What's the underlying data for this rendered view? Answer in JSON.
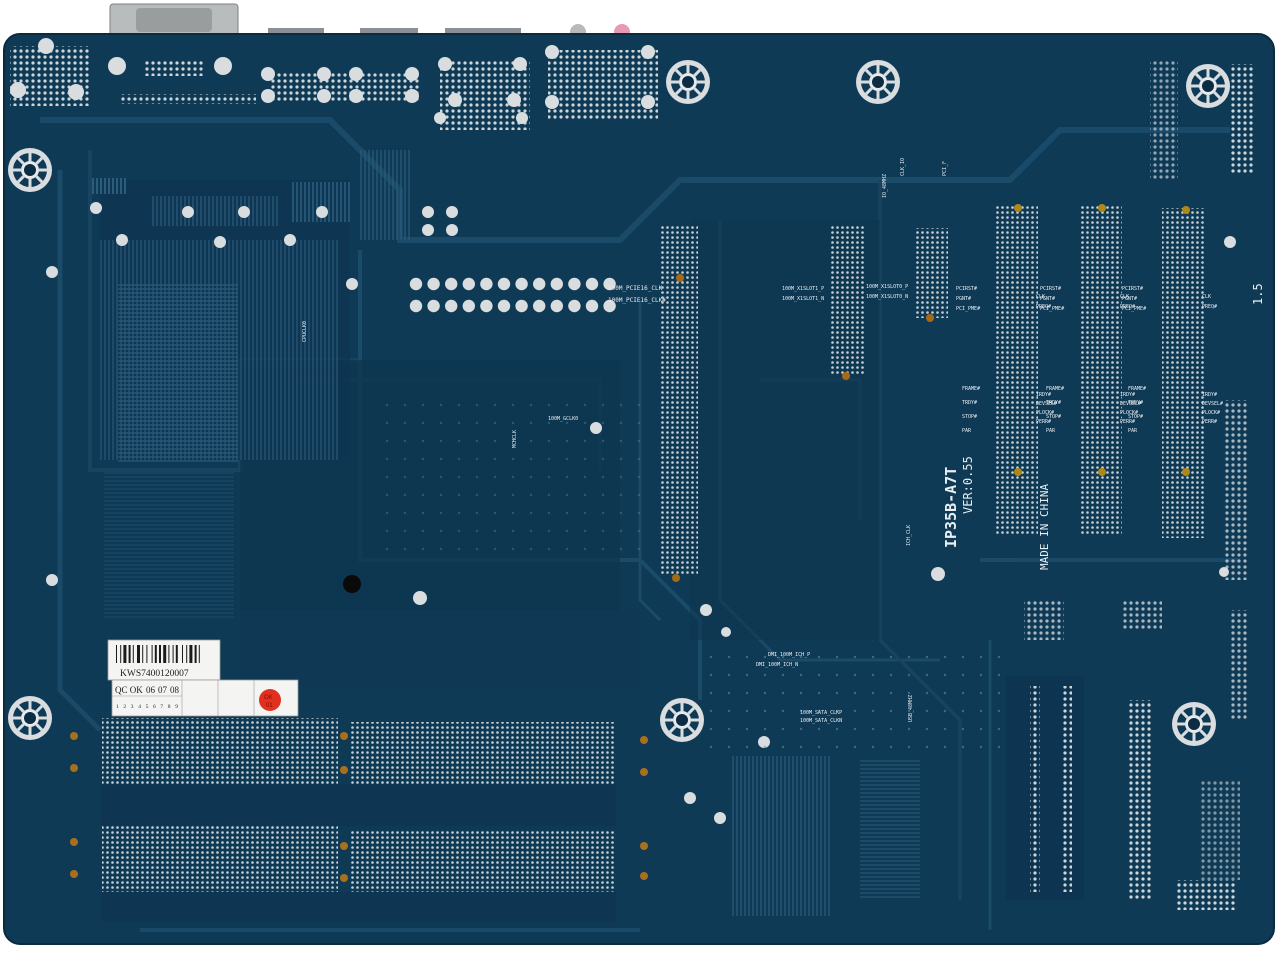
{
  "board": {
    "model": "IP35B-A7T",
    "version": "VER:0.55",
    "origin": "MADE IN CHINA",
    "edge_mark": "1.5"
  },
  "sticker": {
    "serial": "KWS7400120007",
    "qc": "QC OK",
    "numbers": [
      "06",
      "07",
      "08"
    ],
    "digits": [
      "1",
      "2",
      "3",
      "4",
      "5",
      "6",
      "7",
      "8",
      "9"
    ],
    "ok_mark": "OK",
    "ok_sub": "01"
  },
  "pci_slots": [
    {
      "pins": [
        "PCIRST#",
        "PGNT#",
        "PCI_PME#"
      ],
      "right": [
        "CLK",
        "PREQ#"
      ],
      "frame": [
        "FRAME#",
        "TRDY#",
        "STOP#",
        "PAR"
      ],
      "frame_r": [
        "IRDY#",
        "DEVSEL#",
        "PLOCK#",
        "PERR#"
      ]
    },
    {
      "pins": [
        "PCIRST#",
        "PGNT#",
        "PCI_PME#"
      ],
      "right": [
        "CLK",
        "PREQ#"
      ],
      "frame": [
        "FRAME#",
        "TRDY#",
        "STOP#",
        "PAR"
      ],
      "frame_r": [
        "IRDY#",
        "DEVSEL#",
        "PLOCK#",
        "PERR#"
      ]
    },
    {
      "pins": [
        "PCIRST#",
        "PGNT#",
        "PCI_PME#"
      ],
      "right": [
        "CLK",
        "PREQ#"
      ],
      "frame": [
        "FRAME#",
        "TRDY#",
        "STOP#",
        "PAR"
      ],
      "frame_r": [
        "IRDY#",
        "DEVSEL#",
        "PLOCK#",
        "PERR#"
      ]
    }
  ],
  "silkscreen": {
    "pcie_clk_1": "100M_PCIE16_CLK",
    "pcie_clk_2": "100M_PCIE16_CLK#",
    "x1slot1_a": "100M_X1SLOT1_P",
    "x1slot1_b": "100M_X1SLOT1_N",
    "x1slot0_a": "100M_X1SLOT0_P",
    "x1slot0_b": "100M_X1SLOT0_N",
    "dmi_a": "DMI_100M_ICH_P",
    "dmi_b": "DMI_100M_ICH_N",
    "sata_a": "100M_SATA_CLKP",
    "sata_b": "100M_SATA_CLKN",
    "gclk": "100M_GCLK0",
    "hclk": "MCHCLK",
    "cpuclk": "CPUCLK0",
    "ich_clk": "ICH_CLK",
    "usb": "USB_48MHZ",
    "io": "IO_48MHZ",
    "clk_io": "CLK_IO",
    "pci_f": "PCI_F"
  },
  "colors": {
    "pcb": "#0f3a55",
    "pcb_dark": "#0b2c42",
    "trace": "#1c4d6b",
    "pad": "#d9dde0",
    "silk": "#e8eef2",
    "sticker": "#f4f4f2",
    "ok_red": "#e23020"
  }
}
